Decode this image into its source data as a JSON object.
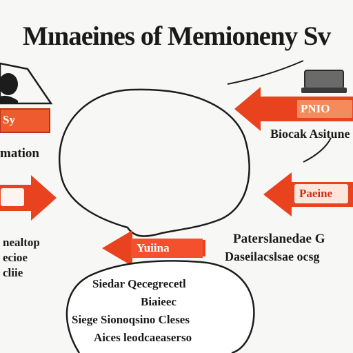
{
  "title": "Mınaeines of Memioneny Sv",
  "colors": {
    "arrow": "#e8421f",
    "arrow_fill": "#f26a3d",
    "outline": "#1c1c1c",
    "background": "#f7f7f5"
  },
  "icons": {
    "top_left": "person-silhouette-icon",
    "top_right": "laptop-icon"
  },
  "left_labels": {
    "top_arrow_text": "Sy",
    "middle_text": "mation",
    "bottom_lines": [
      "nealtop",
      "ecioe",
      "cliie"
    ]
  },
  "right_labels": {
    "top_arrow_text": "PNIO",
    "top_caption": "Biocak Asitune",
    "middle_arrow_text": "Paeine",
    "bottom_line1": "Paterslanedae G",
    "bottom_line2": "Daseilacslsae ocsg"
  },
  "center_arrow_text": "Yuiina",
  "bottom_bubble_lines": [
    "Siedar Qecegrecetl",
    "Biaieec",
    "Siege Sionoqsino Cleses",
    "Aices leodcaeaserso"
  ]
}
